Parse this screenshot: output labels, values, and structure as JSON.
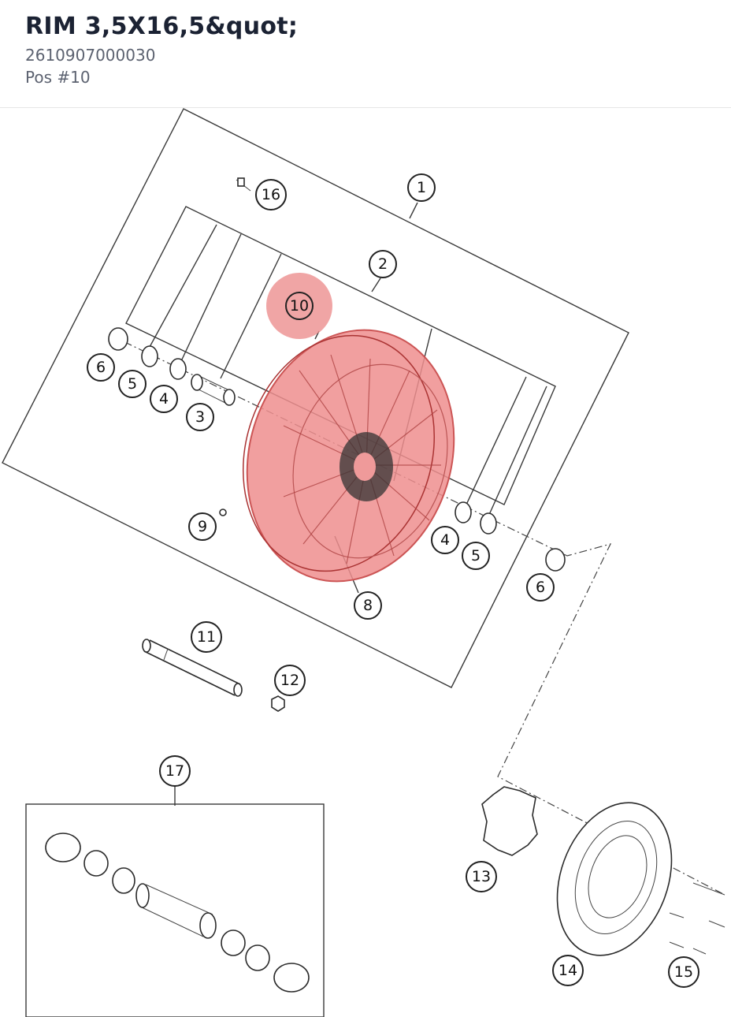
{
  "header": {
    "title": "RIM 3,5X16,5&quot;",
    "part_number": "2610907000030",
    "position": "Pos #10"
  },
  "highlight": {
    "position": "10",
    "color": "#ec8f8f"
  },
  "callouts": {
    "c1": "1",
    "c2": "2",
    "c3": "3",
    "c4a": "4",
    "c4b": "4",
    "c5a": "5",
    "c5b": "5",
    "c6a": "6",
    "c6b": "6",
    "c8": "8",
    "c9": "9",
    "c10": "10",
    "c11": "11",
    "c12": "12",
    "c13": "13",
    "c14": "14",
    "c15": "15",
    "c16": "16",
    "c17": "17"
  }
}
